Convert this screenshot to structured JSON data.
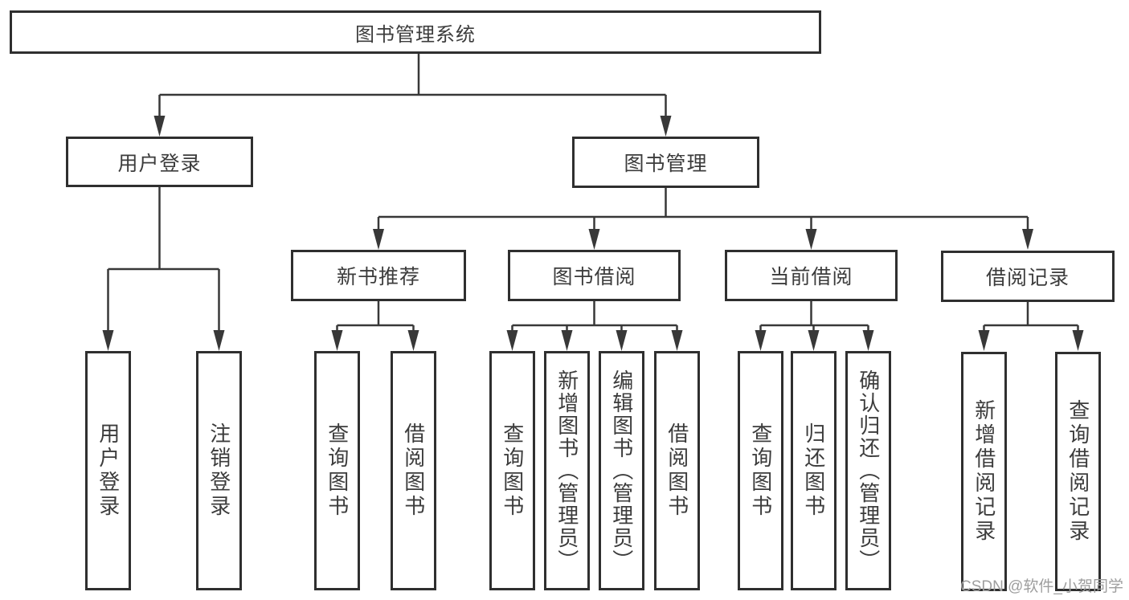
{
  "tree": {
    "root": "图书管理系统",
    "children": [
      {
        "label": "用户登录",
        "children": [
          {
            "label": "用户登录"
          },
          {
            "label": "注销登录"
          }
        ]
      },
      {
        "label": "图书管理",
        "children": [
          {
            "label": "新书推荐",
            "children": [
              {
                "label": "查询图书"
              },
              {
                "label": "借阅图书"
              }
            ]
          },
          {
            "label": "图书借阅",
            "children": [
              {
                "label": "查询图书"
              },
              {
                "label": "新增图书（管理员）"
              },
              {
                "label": "编辑图书（管理员）"
              },
              {
                "label": "借阅图书"
              }
            ]
          },
          {
            "label": "当前借阅",
            "children": [
              {
                "label": "查询图书"
              },
              {
                "label": "归还图书"
              },
              {
                "label": "确认归还（管理员）"
              }
            ]
          },
          {
            "label": "借阅记录",
            "children": [
              {
                "label": "新增借阅记录"
              },
              {
                "label": "查询借阅记录"
              }
            ]
          }
        ]
      }
    ]
  },
  "watermark": "CSDN @软件_小贺同学",
  "colors": {
    "line": "#383838",
    "border": "#2f2f2f",
    "text": "#3c3c3c",
    "watermark_text": "#9e9e9e",
    "background": "#ffffff"
  }
}
